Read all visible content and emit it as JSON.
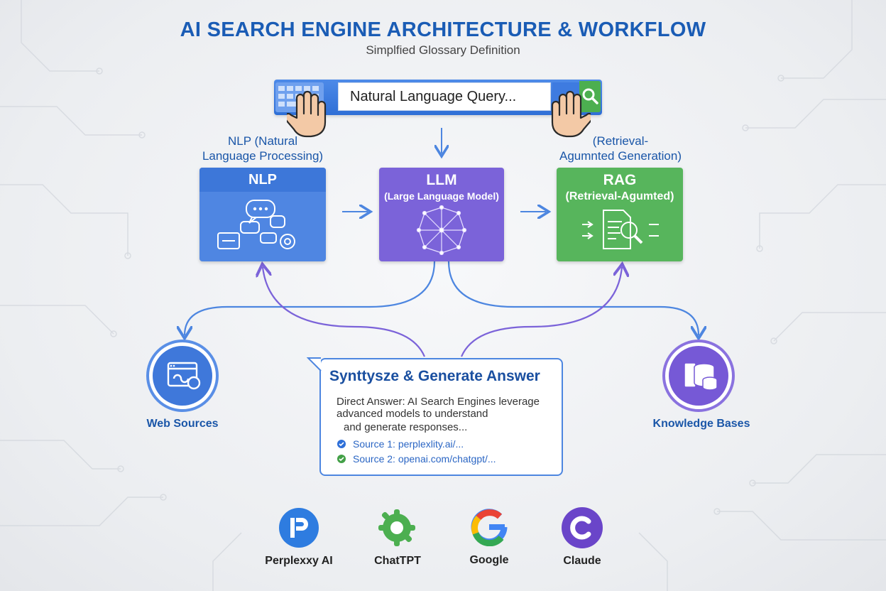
{
  "header": {
    "title": "AI SEARCH ENGINE ARCHITECTURE & WORKFLOW",
    "subtitle": "Simplfied Glossary Definition"
  },
  "search": {
    "query": "Natural Language Query..."
  },
  "labels": {
    "nlp_top_line1": "NLP (Natural",
    "nlp_top_line2": "Language Processing)",
    "rag_top_line1": "(Retrieval-",
    "rag_top_line2": "Agumnted Generation)"
  },
  "nodes": {
    "nlp": {
      "title": "NLP"
    },
    "llm": {
      "title": "LLM",
      "subtitle": "(Large Language Model)"
    },
    "rag": {
      "title": "RAG",
      "subtitle": "(Retrieval-Agumted)"
    }
  },
  "answer": {
    "title": "Synttysze & Generate Answer",
    "line1": "Direct Answer: AI Search Engines leverage",
    "line2": "advanced models to understand",
    "line3": "and generate responses...",
    "source1": "Source 1: perplexlity.ai/...",
    "source2": "Source 2: openai.com/chatgpt/..."
  },
  "sources": {
    "web": "Web Sources",
    "knowledge": "Knowledge Bases"
  },
  "brands": [
    {
      "name": "Perplexxy AI",
      "icon": "perplexity-logo-icon"
    },
    {
      "name": "ChatTPT",
      "icon": "chatgpt-logo-icon"
    },
    {
      "name": "Google",
      "icon": "google-logo-icon"
    },
    {
      "name": "Claude",
      "icon": "claude-logo-icon"
    }
  ],
  "colors": {
    "title_blue": "#1a5cb5",
    "nlp_blue": "#4f86e2",
    "llm_purple": "#7b63d9",
    "rag_green": "#57b55c",
    "arrow_blue": "#4d86e0",
    "arrow_purple": "#7b63d9"
  }
}
